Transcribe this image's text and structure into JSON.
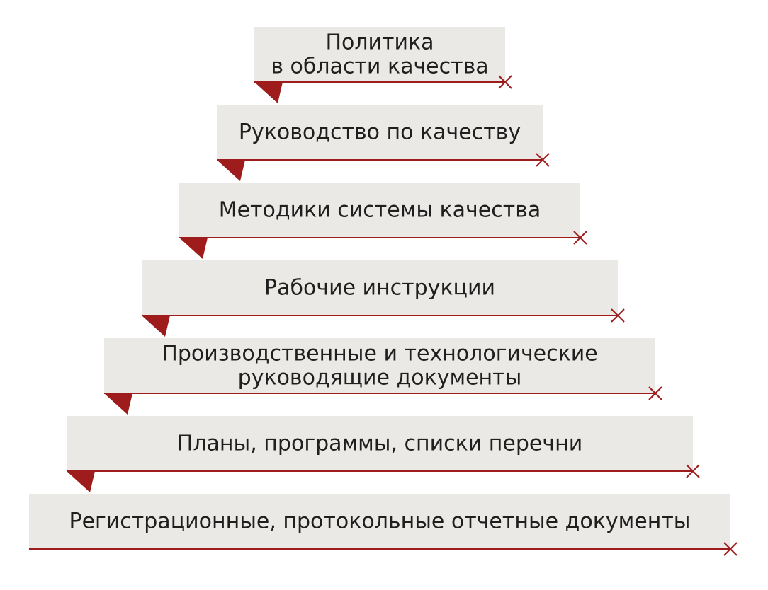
{
  "pyramid": {
    "colors": {
      "box_fill": "#ebe9e5",
      "accent": "#9e1c1c",
      "text": "#1f1f1f"
    },
    "levels": [
      {
        "lines": [
          "Политика",
          "в области качества"
        ]
      },
      {
        "lines": [
          "Руководство по качеству"
        ]
      },
      {
        "lines": [
          "Методики системы качества"
        ]
      },
      {
        "lines": [
          "Рабочие инструкции"
        ]
      },
      {
        "lines": [
          "Производственные и технологические",
          "руководящие документы"
        ]
      },
      {
        "lines": [
          "Планы, программы, списки перечни"
        ]
      },
      {
        "lines": [
          "Регистрационные, протокольные отчетные документы"
        ]
      }
    ]
  }
}
